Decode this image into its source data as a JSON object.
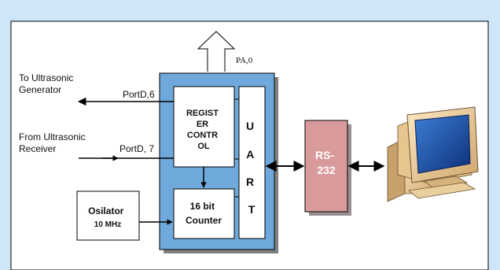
{
  "labels": {
    "to_generator": [
      "To Ultrasonic",
      "Generator"
    ],
    "from_receiver": [
      "From  Ultrasonic",
      "Receiver"
    ],
    "portd6": "PortD,6",
    "portd7": "PortD, 7",
    "pa0": "PA,0",
    "register_control": [
      "REGIST",
      "ER",
      "CONTR",
      "OL"
    ],
    "counter": [
      "16 bit",
      "Counter"
    ],
    "uart": [
      "U",
      "A",
      "R",
      "T"
    ],
    "oscillator": [
      "Osilator",
      "10 MHz"
    ],
    "rs232": [
      "RS-",
      "232"
    ]
  },
  "colors": {
    "page_background": "#cfe6f8",
    "panel": "#ffffff",
    "mcu_block": "#6fa9dc",
    "rs232_block": "#d99a9c",
    "monitor_body": "#f0d7a8",
    "monitor_screen": "#1d4fa6"
  },
  "icons": {
    "computer": "desktop-computer-icon"
  }
}
